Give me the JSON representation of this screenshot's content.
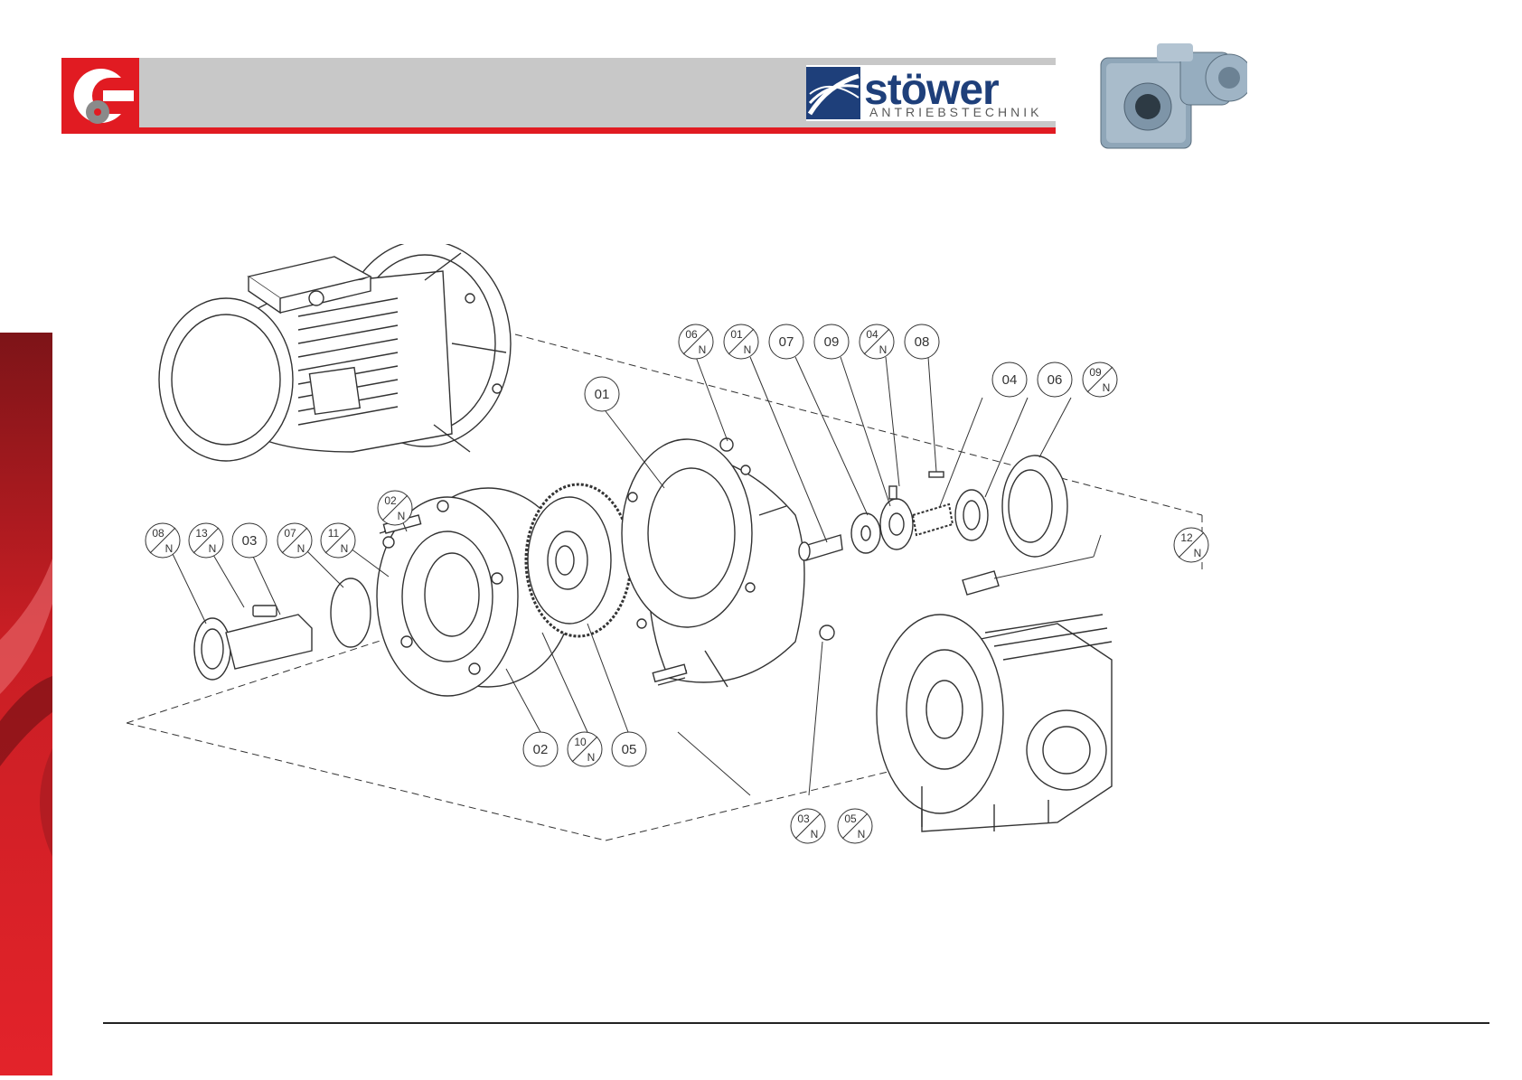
{
  "header": {
    "brand_name": "stöwer",
    "brand_subtitle": "ANTRIEBSTECHNIK"
  },
  "colors": {
    "accent_red": "#e11b22",
    "header_gray": "#c8c8c8",
    "brand_blue": "#1e3f7a",
    "line": "#333333"
  },
  "diagram": {
    "labels": {
      "l01": "01",
      "l02": "02",
      "l03": "03",
      "l04": "04",
      "l05": "05",
      "l06": "06",
      "l07": "07",
      "l08": "08",
      "l09": "09",
      "n06": "06",
      "n01": "01",
      "n04": "04",
      "n09": "09",
      "n02": "02",
      "n08": "08",
      "n13": "13",
      "n07": "07",
      "n11": "11",
      "n12": "12",
      "n10": "10",
      "n03": "03",
      "n05": "05",
      "n": "N"
    }
  }
}
